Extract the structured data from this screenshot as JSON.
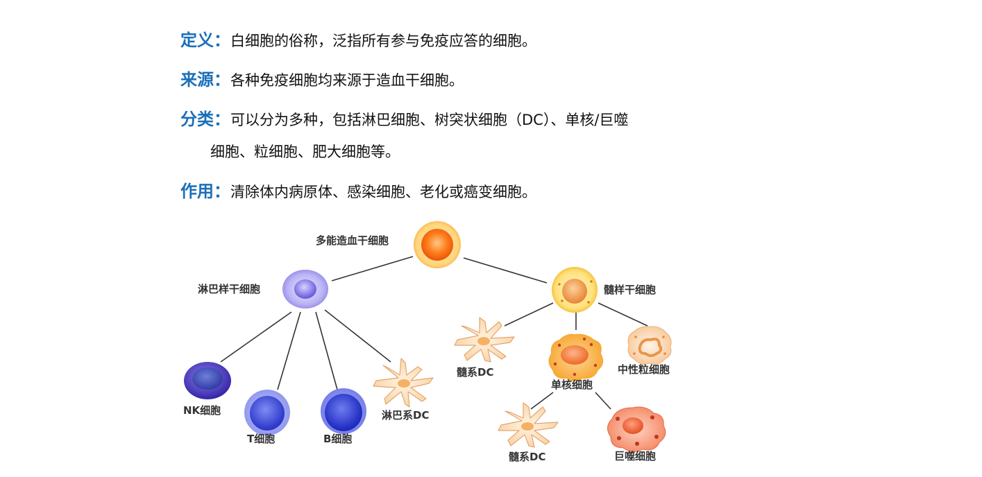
{
  "definitions": [
    {
      "label": "定义：",
      "text": "白细胞的俗称，泛指所有参与免疫应答的细胞。"
    },
    {
      "label": "来源：",
      "text": "各种免疫细胞均来源于造血干细胞。"
    },
    {
      "label": "分类：",
      "text": "可以分为多种，包括淋巴细胞、树突状细胞（DC）、单核/巨噬",
      "continuation": "细胞、粒细胞、肥大细胞等。"
    },
    {
      "label": "作用：",
      "text": "清除体内病原体、感染细胞、老化或癌变细胞。"
    }
  ],
  "diagram": {
    "hsc": "多能造血干细胞",
    "lymphoid_stem": "淋巴样干细胞",
    "myeloid_stem": "髓样干细胞",
    "nk": "NK细胞",
    "t_cell": "T细胞",
    "b_cell": "B细胞",
    "lymphoid_dc": "淋巴系DC",
    "myeloid_dc_1": "髓系DC",
    "monocyte": "单核细胞",
    "neutrophil": "中性粒细胞",
    "myeloid_dc_2": "髓系DC",
    "macrophage": "巨噬细胞"
  }
}
